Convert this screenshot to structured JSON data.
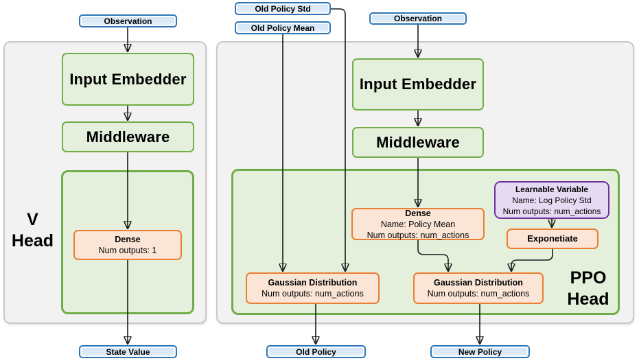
{
  "badges": {
    "observation_left": "Observation",
    "observation_right": "Observation",
    "old_policy_std": "Old Policy Std",
    "old_policy_mean": "Old Policy Mean",
    "state_value": "State Value",
    "old_policy": "Old Policy",
    "new_policy": "New Policy"
  },
  "v_head": {
    "label_line1": "V",
    "label_line2": "Head",
    "input_embedder": "Input Embedder",
    "middleware": "Middleware",
    "dense": {
      "title": "Dense",
      "line1": "Num outputs: 1"
    }
  },
  "ppo_head": {
    "label_line1": "PPO",
    "label_line2": "Head",
    "input_embedder": "Input Embedder",
    "middleware": "Middleware",
    "dense_policy_mean": {
      "title": "Dense",
      "line1": "Name: Policy Mean",
      "line2": "Num outputs: num_actions"
    },
    "learnable_variable": {
      "title": "Learnable Variable",
      "line1": "Name: Log Policy Std",
      "line2": "Num outputs: num_actions"
    },
    "exponetiate": "Exponetiate",
    "gaussian_old": {
      "title": "Gaussian Distribution",
      "line1": "Num outputs: num_actions"
    },
    "gaussian_new": {
      "title": "Gaussian Distribution",
      "line1": "Num outputs: num_actions"
    }
  },
  "colors": {
    "panel_fill": "#f2f2f2",
    "panel_border": "#c9c9c9",
    "green_fill": "#e5f0dc",
    "green_border": "#70ad47",
    "orange_fill": "#fbe5d6",
    "orange_border": "#ed7d31",
    "purple_fill": "#e6daf3",
    "purple_border": "#7030a0",
    "blue_fill": "#dcebf8",
    "blue_border": "#2e75b6",
    "arrow": "#1a1a1a"
  }
}
